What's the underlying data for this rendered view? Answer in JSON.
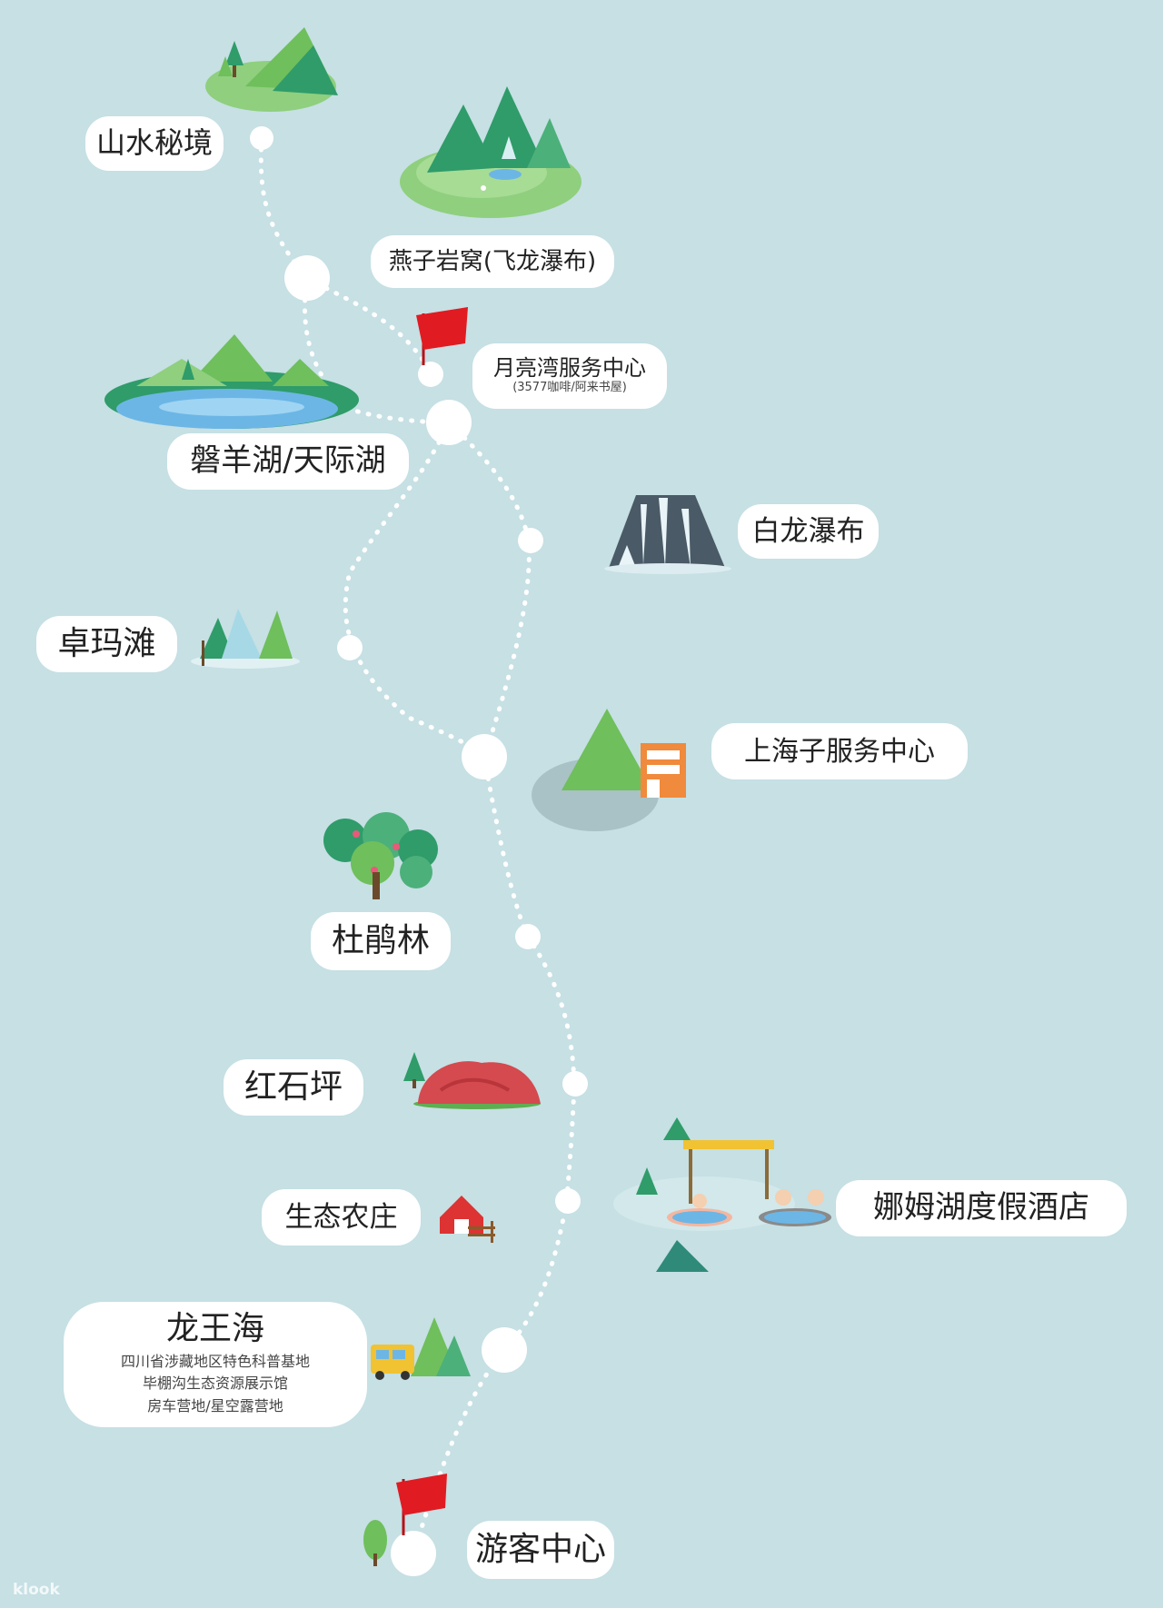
{
  "map": {
    "stops": [
      {
        "id": "shanshui",
        "name": "山水秘境"
      },
      {
        "id": "yanzi",
        "name": "燕子岩窝(飞龙瀑布)"
      },
      {
        "id": "yueliangwan",
        "name": "月亮湾服务中心",
        "sub": "(3577咖啡/阿来书屋)"
      },
      {
        "id": "panyang",
        "name": "磐羊湖/天际湖"
      },
      {
        "id": "bailong",
        "name": "白龙瀑布"
      },
      {
        "id": "zhuoma",
        "name": "卓玛滩"
      },
      {
        "id": "shanghaizi",
        "name": "上海子服务中心"
      },
      {
        "id": "dujuan",
        "name": "杜鹃林"
      },
      {
        "id": "hongshi",
        "name": "红石坪"
      },
      {
        "id": "shengtai",
        "name": "生态农庄"
      },
      {
        "id": "namu",
        "name": "娜姆湖度假酒店"
      },
      {
        "id": "longwang",
        "name": "龙王海",
        "sub_lines": [
          "四川省涉藏地区特色科普基地",
          "毕棚沟生态资源展示馆",
          "房车营地/星空露营地"
        ]
      },
      {
        "id": "youke",
        "name": "游客中心"
      }
    ],
    "colors": {
      "background": "#c6e0e4",
      "route": "#ffffff",
      "mountain_dark": "#2f9c6a",
      "mountain_light": "#6fbf5c",
      "grass": "#8fcf7e",
      "lake": "#6cb6e6",
      "flag": "#e11b22",
      "red_rock": "#d44a4f",
      "building": "#f08a3c"
    },
    "icons": [
      "mountain-icon",
      "waterfall-icon",
      "lake-icon",
      "flag-icon",
      "tree-icon",
      "red-rock-icon",
      "barn-icon",
      "hot-spring-icon",
      "camper-van-icon",
      "building-icon"
    ]
  },
  "watermark": "klook"
}
